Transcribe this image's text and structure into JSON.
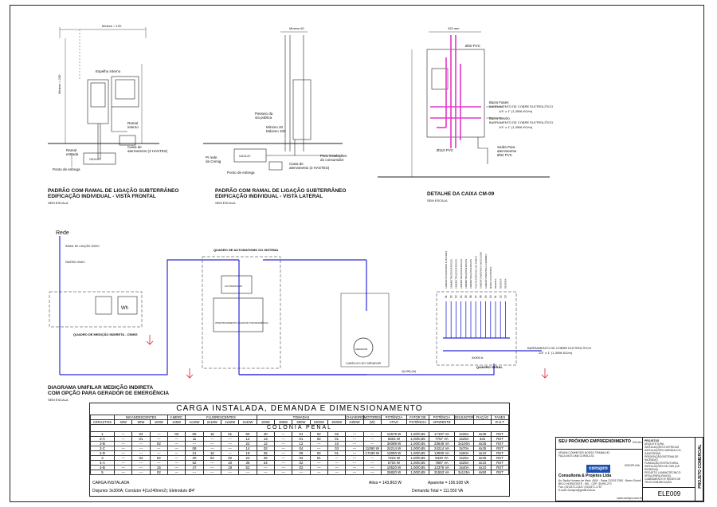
{
  "titles": {
    "front_l1": "PADRÃO COM RAMAL DE LIGAÇÃO SUBTERRÂNEO",
    "front_l2": "EDIFICAÇÃO INDIVIDUAL - VISTA FRONTAL",
    "front_scale": "SEM ESCALA",
    "side_l1": "PADRÃO COM RAMAL DE LIGAÇÃO SUBTERRÂNEO",
    "side_l2": "EDIFICAÇÃO INDIVIDUAL - VISTA LATERAL",
    "side_scale": "SEM ESCALA",
    "box_title": "DETALHE DA CAIXA CM-09",
    "box_scale": "SEM ESCALA",
    "diag_l1": "DIAGRAMA UNIFILAR MEDIÇÃO INDIRETA",
    "diag_l2": "COM OPÇÃO PARA GERADOR DE EMERGÊNCIA",
    "diag_scale": "SEM ESCALA"
  },
  "front_labels": {
    "width": "Mínimo = 120",
    "height": "Mínimo = 200",
    "espelho": "Espelho interno",
    "ramal_interno_1": "Ramal",
    "ramal_interno_2": "interno",
    "ramal_entrada_1": "Ramal",
    "ramal_entrada_2": "entrada",
    "caixa_aterr_1": "Caixa de",
    "caixa_aterr_2": "aterramento (3 HASTES)",
    "ponto_entrega": "Ponto de entrega",
    "caixa_zc": "CAIXA ZC"
  },
  "side_labels": {
    "width": "Mínimo 60",
    "passeio_1": "Passeio da",
    "passeio_2": "via pública",
    "min_20": "Mínimo 20",
    "max_100": "Máximo 100",
    "rede_1": "P/ rede",
    "rede_2": "da Cemig",
    "instal_1": "Para instalações",
    "instal_2": "do consumidor",
    "caixa_aterr_1": "Caixa de",
    "caixa_aterr_2": "aterramento (3 HASTES)",
    "ponto_entrega": "Ponto de entrega",
    "caixa_zc": "CAIXA ZC"
  },
  "box_labels": {
    "width": "420 mm",
    "pvc_top": "Ø20 PVC",
    "barra_fases": "Barra Fases",
    "barra_fases_desc": "BARRAMENTO DE COBRE ELETROLÍTICO",
    "barra_fases_dim": "1/4\" x 1\"  (1,3906 KG/m)",
    "barra_neutro": "Barra Neutro",
    "barra_neutro_desc": "BARRAMENTO DE COBRE ELETROLÍTICO",
    "barra_neutro_dim": "1/4\" x 1\"  (1,3906 KG/m)",
    "pvc_bottom": "Ø110 PVC",
    "saida_1": "Saída Para",
    "saida_2": "aterramento",
    "saida_3": "Ø32 PVC"
  },
  "diagram": {
    "rede": "Rede",
    "ramal": "RAMAL DE LIGAÇÃO CEMIG",
    "padrao": "PADRÃO CEMIG",
    "quadro_medicao": "QUADRO DE MEDIÇÃO INDIRETA - CEMIG",
    "quadro_auto": "QUADRO DE AUTOMATISMO DO SISTEMA",
    "automatismo": "AUTOMATISMO",
    "transfer": "INTERTRAVAMENTO CHAVE DE TRANSFERÊNCIA",
    "cubiculo": "CUBÍCULO DO GERADOR",
    "gerador": "GERADOR",
    "quadro_geral": "QUADRO GERAL",
    "barra_desc": "BARRAMENTO DE COBRE ELETROLÍTICO",
    "barra_dim": "1/4\" x 1\"  (1,3906 KG/m)",
    "disj_geral": "3x300 A",
    "wh": "Wh",
    "cable": "4(1x95) (3x)",
    "circuits": [
      {
        "id": "01",
        "desc": "ALIMENTO ESCRITÓRIO E OFICINAS"
      },
      {
        "id": "02",
        "desc": "ADMINISTRAÇÃO/SERVIÇOS"
      },
      {
        "id": "03",
        "desc": "ADMINISTRAÇÃO/SERVIÇOS"
      },
      {
        "id": "04",
        "desc": "ADMINISTRAÇÃO/SERVIÇOS"
      },
      {
        "id": "05",
        "desc": "ADMINISTRAÇÃO/SERVIÇOS"
      },
      {
        "id": "06",
        "desc": "ADMINISTRAÇÃO/SERVIÇOS"
      },
      {
        "id": "07",
        "desc": "POLIVALENTE/SALA DE FAMÍLIA"
      },
      {
        "id": "08",
        "desc": "ALIMENTO INDIVIDUAL MASCULINO"
      },
      {
        "id": "09",
        "desc": "ALIMENTO INDIVIDUAL FEMININO"
      },
      {
        "id": "10",
        "desc": "MÓDULO EXISTENTE"
      },
      {
        "id": "11",
        "desc": "RESERVA"
      },
      {
        "id": "12",
        "desc": "RESERVA"
      },
      {
        "id": "13",
        "desc": "RESERVA"
      }
    ]
  },
  "load_table": {
    "title": "CARGA INSTALADA, DEMANDA E DIMENSIONAMENTO",
    "group_headers": {
      "incand": "INCANDESCENTES",
      "vmerc": "V.MERC.",
      "fluor": "FLUORESCENTES",
      "tomadas": "TOMADAS",
      "chuveiro": "CHUVEIRO",
      "motores": "MOTORES",
      "potencia": "POTÊNCIA",
      "fator": "FATOR DE",
      "pot_ap": "POTÊNCIA",
      "disj": "DISJUNTOR",
      "fiacao": "FIAÇÃO",
      "fases": "FASES"
    },
    "sub_headers": [
      "CIRCUITOS",
      "40W",
      "60W",
      "100W",
      "125W",
      "1x16W",
      "2x16W",
      "1x32W",
      "2x32W",
      "100W",
      "300W",
      "600W",
      "1000W",
      "1500W",
      "4400W",
      "(W)",
      "ATIVA",
      "POTÊNCIA",
      "APARENTE",
      "",
      "",
      "R-S-T"
    ],
    "band": "COLONIA PENAL",
    "rows": [
      [
        "1",
        "---",
        "04",
        "---",
        "03",
        "05",
        "16",
        "01",
        "50",
        "40",
        "---",
        "01",
        "02",
        "02",
        "---",
        "---",
        "14679 W",
        "1,00/0,85",
        "17197 VA",
        "3x35A",
        "4x35",
        "RST"
      ],
      [
        "2-A",
        "---",
        "01",
        "---",
        "---",
        "11",
        "---",
        "---",
        "12",
        "13",
        "---",
        "01",
        "02",
        "01",
        "---",
        "---",
        "5604 W",
        "1,00/0,85",
        "7757 VA",
        "3x25A",
        "4x6",
        "RST"
      ],
      [
        "2-B",
        "---",
        "---",
        "02",
        "---",
        "---",
        "---",
        "---",
        "22",
        "12",
        "---",
        "12",
        "---",
        "10",
        "---",
        "---",
        "34098 W",
        "1,00/0,85",
        "33648 VA",
        "3x100A",
        "4x35",
        "RST"
      ],
      [
        "2-C",
        "---",
        "---",
        "---",
        "---",
        "08",
        "---",
        "---",
        "14",
        "02",
        "---",
        "04",
        "---",
        "03",
        "---",
        "11090 W",
        "24214 W",
        "1,00/0,85",
        "24214 VA",
        "3x70A",
        "4x25",
        "RST"
      ],
      [
        "2-D",
        "---",
        "---",
        "---",
        "---",
        "21",
        "16",
        "---",
        "18",
        "25",
        "---",
        "05",
        "04",
        "01",
        "---",
        "17190 W",
        "13000 W",
        "1,00/0,85",
        "13000 VA",
        "3x50A",
        "4x10",
        "RST"
      ],
      [
        "3",
        "---",
        "04",
        "02",
        "---",
        "20",
        "02",
        "02",
        "24",
        "26",
        "---",
        "02",
        "01",
        "---",
        "---",
        "---",
        "7224 W",
        "1,00/0,85",
        "8420 VA",
        "3x25A",
        "4x25",
        "RST"
      ],
      [
        "4-A",
        "---",
        "---",
        "---",
        "---",
        "52",
        "---",
        "10",
        "36",
        "24",
        "---",
        "02",
        "---",
        "---",
        "---",
        "---",
        "6704 W",
        "1,00/0,85",
        "7887 VA",
        "3x25A",
        "4x10",
        "RST"
      ],
      [
        "4-B",
        "---",
        "---",
        "15",
        "---",
        "47",
        "---",
        "19",
        "52",
        "---",
        "---",
        "02",
        "---",
        "---",
        "---",
        "---",
        "10520 W",
        "1,00/0,85",
        "12376 VA",
        "3x40A",
        "4x10",
        "RST"
      ],
      [
        "5",
        "---",
        "---",
        "02",
        "---",
        "---",
        "---",
        "---",
        "---",
        "---",
        "---",
        "---",
        "---",
        "---",
        "---",
        "---",
        "26820 W",
        "1,00/0,85",
        "31553 VA",
        "3x125A",
        "4x50",
        "RST"
      ]
    ],
    "installed_label": "CARGA INSTALADA",
    "active": "Ativa = 143.863 W",
    "apparent": "Aparente = 156.928 VA",
    "disjuntor": "Disjuntor 3x300A; Condutor 4(1x240mm2); Eletroduto Ø4\"",
    "demanda": "Demanda Total = 111.550 VA"
  },
  "title_block": {
    "project": "SEU PRÓXIMO EMPREENDIMENTO",
    "proj_l1": "VENHA CONHECER NOSSO TRABALHO",
    "proj_l2": "FAÇA-NOS UMA CONSULTA",
    "logo": "conspro",
    "company": "Consultoria & Projetos Ltda",
    "address_l1": "Av. Barão Homem de Melo, 4500 - Salas 213/217/260 - Bairro Estoril",
    "address_l2": "BELO HORIZONTE - MG - CEP: 30494-270",
    "phone": "Fax: (31)3371-2118 / (31)3371-1757",
    "email": "E-mail: conspro@gmail.com.br",
    "site": "www.conspro.com.br",
    "scale_label": "ESCALA",
    "disc_label": "DISCIPLINA",
    "drawing_no": "ELE009",
    "section_label": "PROJETO COMERCIAL",
    "disciplines_title": "PROJETOS",
    "disciplines": [
      "ARQUITETURA",
      "INSTALAÇÕES ELÉTRICAS",
      "INSTALAÇÕES HIDRÁULICO-SANITÁRIAS",
      "PREVENÇÃO/SISTEMA DE INCÊNDIO",
      "FUNDAÇÃO ESTRUTURAL",
      "INSTALAÇÕES DE GÁS (DE RESERVA)",
      "PROJETO LUMINOTÉCNICO",
      "SPDA (PARA-RAIOS)",
      "CABEAMENTO E REDES DE TELECOMUNICAÇÃO"
    ]
  },
  "colors": {
    "conduit": "#e636c8",
    "line": "#2a2ad8",
    "red": "#d23",
    "ink": "#111"
  }
}
